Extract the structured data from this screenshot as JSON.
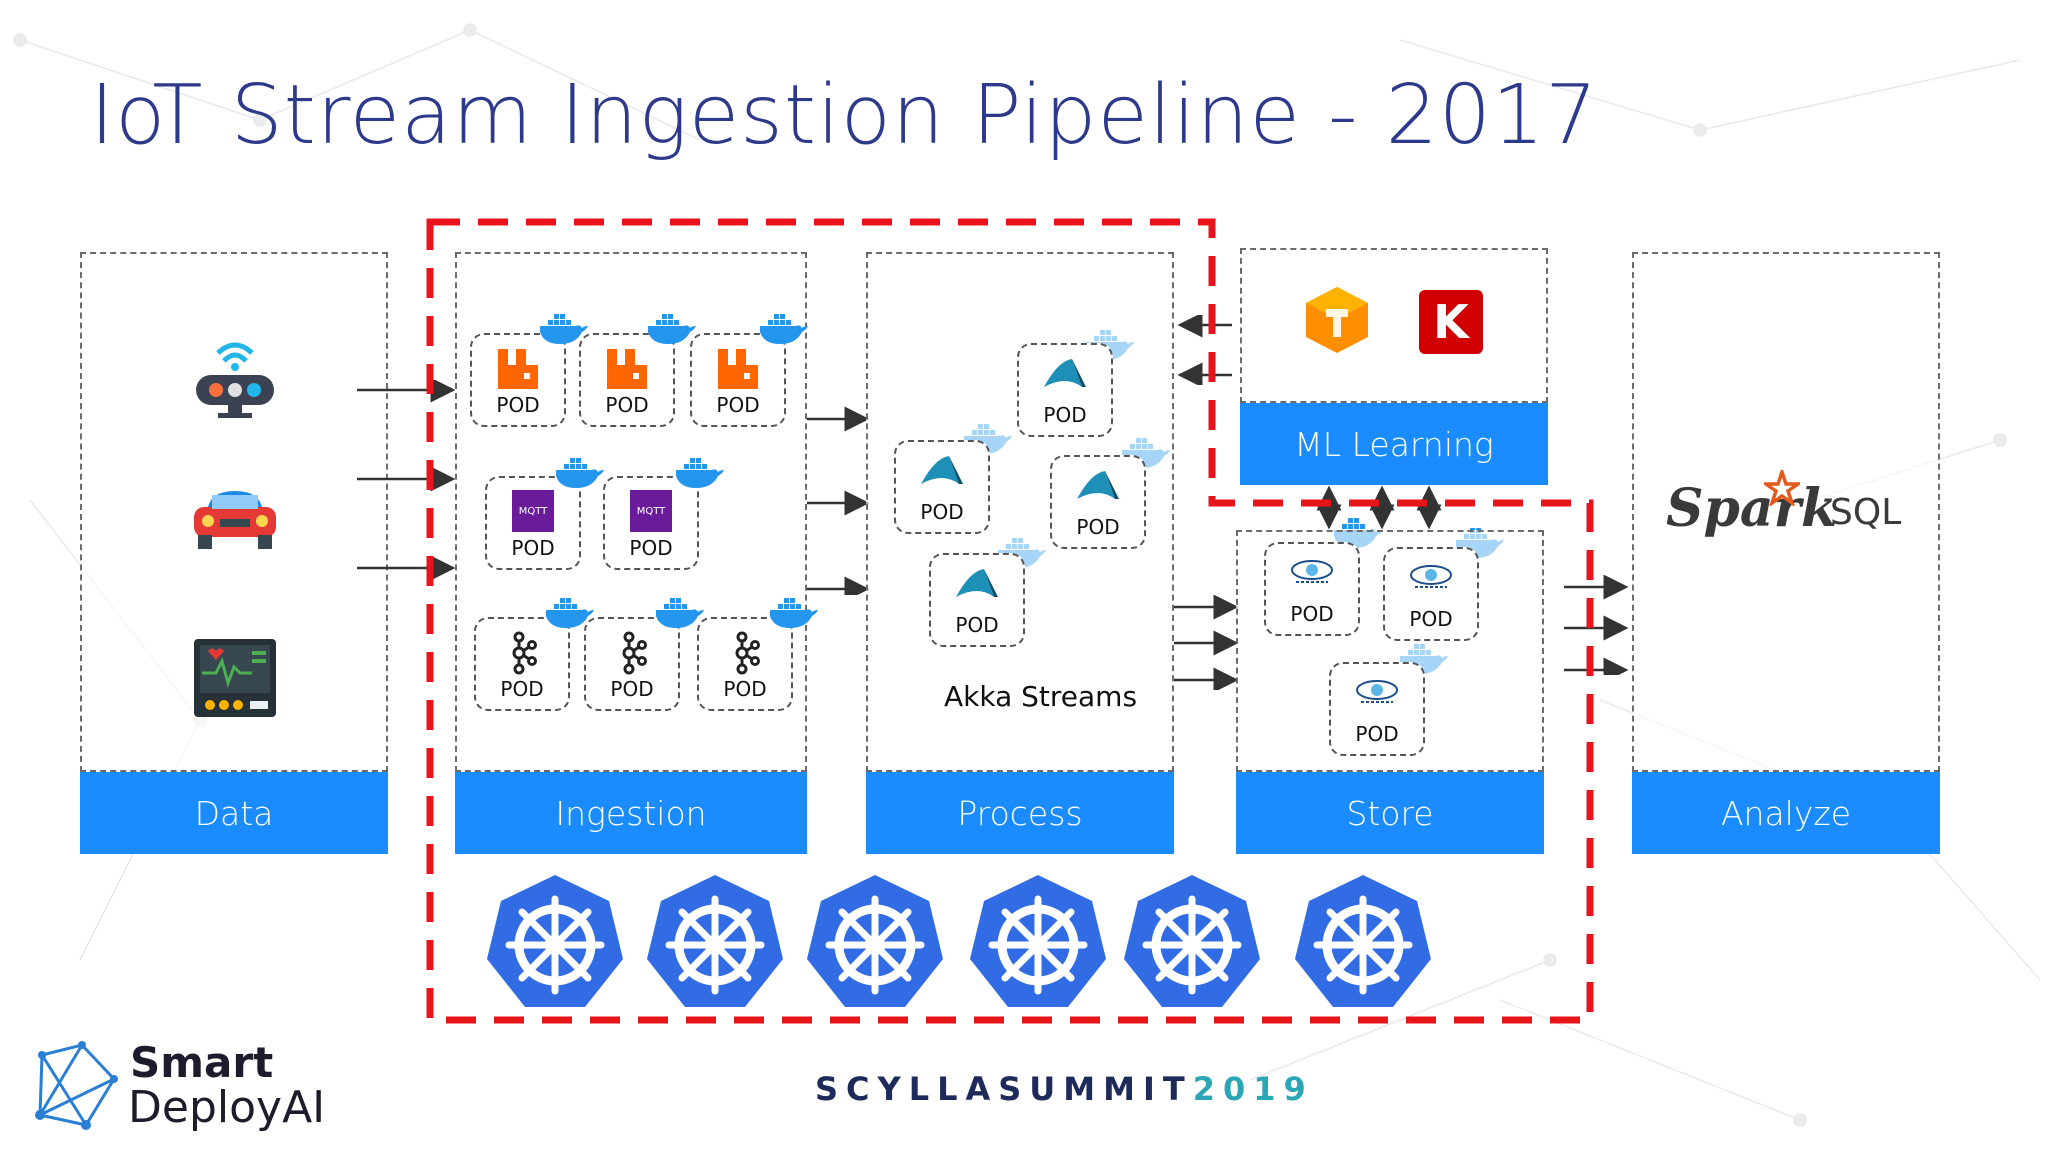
{
  "slide": {
    "title": "IoT  Stream Ingestion Pipeline - 2017"
  },
  "stages": {
    "data": "Data",
    "ingestion": "Ingestion",
    "process": "Process",
    "store": "Store",
    "analyze": "Analyze",
    "ml": "ML Learning"
  },
  "pod_label": "POD",
  "mqtt_label": "MQTT",
  "process_caption": "Akka Streams",
  "analyze_logo": {
    "spark": "Spark",
    "sql": "SQL"
  },
  "ml_logo_letter": "K",
  "footer": {
    "brand_line1": "Smart",
    "brand_line2": "DeployAI",
    "summit_prefix": "SCYLLASUMMIT",
    "summit_year": "2019"
  },
  "colors": {
    "title": "#2d3a8c",
    "stage_bar": "#1a8cff",
    "red_dash": "#e8141c",
    "k8s": "#326ce5",
    "rabbit": "#ff6600",
    "mqtt": "#6a1b9a",
    "docker": "#2496ed",
    "akka": "#1e8fb6"
  }
}
